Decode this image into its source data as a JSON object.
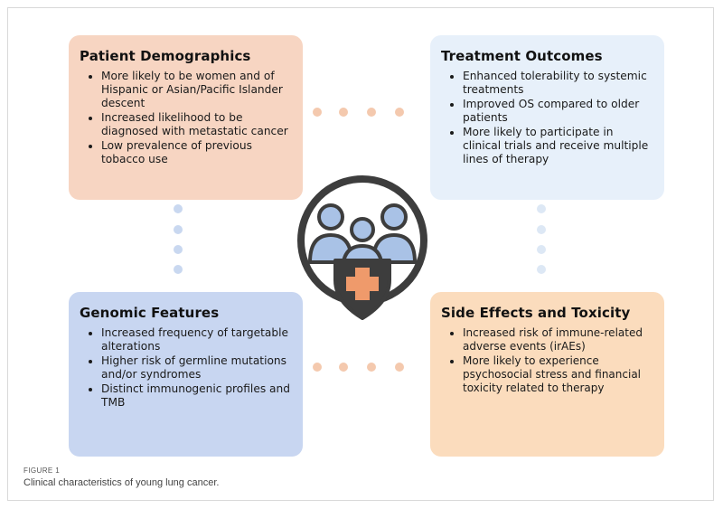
{
  "quadrants": {
    "top_left": {
      "title": "Patient Demographics",
      "color": "#f7d5c2",
      "items": [
        "More likely to be women and of Hispanic or Asian/Pacific Islander descent",
        "Increased likelihood to be diagnosed with metastatic cancer",
        "Low prevalence of previous tobacco use"
      ]
    },
    "top_right": {
      "title": "Treatment Outcomes",
      "color": "#e7f0fa",
      "items": [
        "Enhanced tolerability to systemic treatments",
        "Improved OS compared to older patients",
        "More likely to participate in clinical trials and receive multiple lines of therapy"
      ]
    },
    "bottom_left": {
      "title": "Genomic Features",
      "color": "#c8d6f1",
      "items": [
        "Increased frequency of targetable alterations",
        "Higher risk of germline mutations and/or syndromes",
        "Distinct immunogenic profiles and TMB"
      ]
    },
    "bottom_right": {
      "title": "Side Effects and Toxicity",
      "color": "#fbdcbd",
      "items": [
        "Increased risk of immune-related adverse events (irAEs)",
        "More likely to experience psychosocial stress and financial toxicity related to therapy"
      ]
    }
  },
  "center_icon": "patient-group-shield-cross-icon",
  "caption": {
    "label": "FIGURE 1",
    "text": "Clinical characteristics of young lung cancer."
  },
  "colors": {
    "outline": "#3d3d3d",
    "person_fill": "#a9c2e6",
    "cross_fill": "#ef9a6b",
    "dot_peach": "#f4c9ae",
    "dot_blue": "#c9d8f0",
    "dot_lightblue": "#dde8f5"
  }
}
